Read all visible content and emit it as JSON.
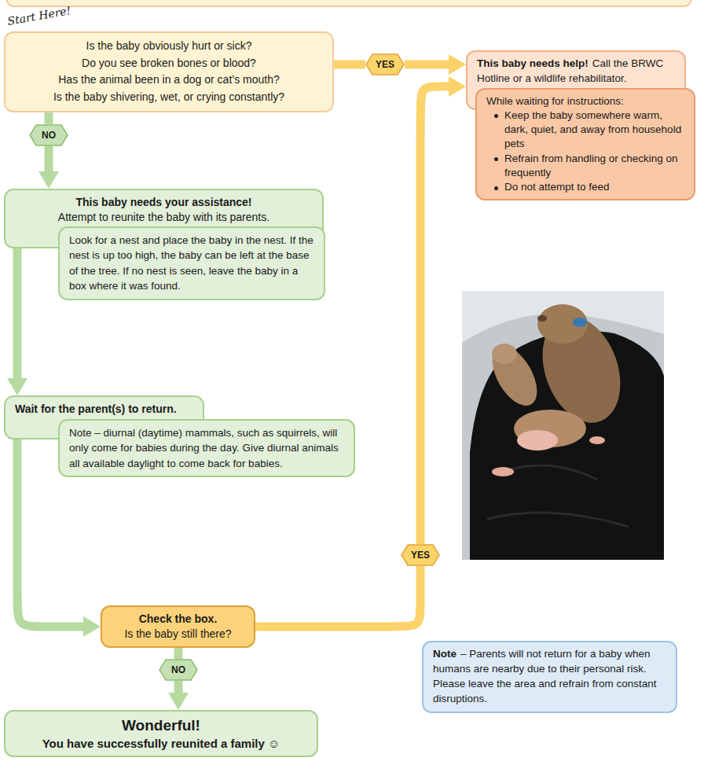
{
  "diagram": {
    "nodes": [
      {
        "text": [
          "Start Here!",
          "Is the baby obviously hurt or sick?",
          "Do you see broken bones or blood?",
          "Has the animal been in a dog or cat’s mouth?",
          "Is the baby shivering, wet, or crying constantly?"
        ]
      },
      {
        "text": [
          "YES"
        ]
      },
      {
        "text": [
          "This baby needs help!",
          "Call the BRWC Hotline or a wildlife rehabilitator."
        ]
      },
      {
        "text": [
          "While waiting for instructions:",
          "Keep the baby somewhere warm, dark, quiet, and away from household pets",
          "Refrain from handling or checking on frequently",
          "Do not attempt to feed"
        ],
        "in": 2
      },
      {
        "text": [
          "NO"
        ]
      },
      {
        "text": [
          "This baby needs your assistance!",
          "Attempt to reunite the baby with its parents."
        ]
      },
      {
        "text": [
          "Look for a nest and place the baby in the nest. If the nest is up too high, the baby can be left at the base of the tree. If no nest is seen, leave the baby in a box where it was found."
        ],
        "in": 5
      },
      {
        "text": [
          "Wait for the parent(s) to return."
        ]
      },
      {
        "text": [
          "Note – diurnal (daytime) mammals, such as squirrels, will only come for babies during the day. Give diurnal animals all available daylight to come back for babies."
        ],
        "in": 7
      },
      {
        "text": [
          "Check the box.",
          "Is the baby still there?"
        ]
      },
      {
        "text": [
          "YES"
        ]
      },
      {
        "text": [
          "NO"
        ]
      },
      {
        "text": [
          "Wonderful!",
          "You have successfully reunited a family ☺"
        ]
      },
      {
        "text": [
          "Note",
          "– Parents will not return for a baby when humans are nearby due to their personal risk. Please leave the area and refrain from constant disruptions."
        ]
      }
    ],
    "edges": [
      {
        "from": 0,
        "to": 1,
        "arrow": "none"
      },
      {
        "from": 1,
        "to": 2,
        "arrow": "to"
      },
      {
        "from": 0,
        "to": 4,
        "arrow": "none"
      },
      {
        "from": 4,
        "to": 5,
        "arrow": "to"
      },
      {
        "from": 5,
        "to": 7,
        "arrow": "to"
      },
      {
        "from": 7,
        "to": 9,
        "arrow": "to"
      },
      {
        "from": 9,
        "to": 10,
        "arrow": "none"
      },
      {
        "from": 10,
        "to": 2,
        "arrow": "to"
      },
      {
        "from": 9,
        "to": 11,
        "arrow": "none"
      },
      {
        "from": 11,
        "to": 12,
        "arrow": "to"
      }
    ]
  }
}
